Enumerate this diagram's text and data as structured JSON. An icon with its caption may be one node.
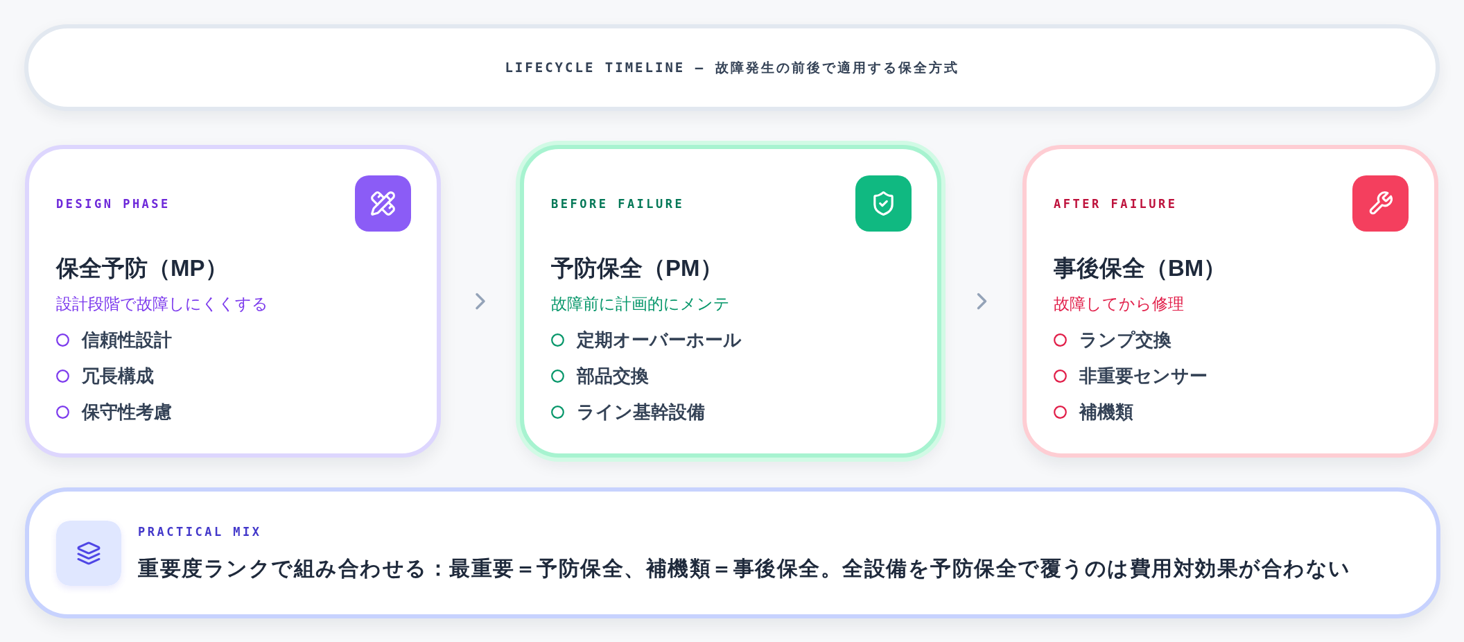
{
  "diagram": {
    "title": "LIFECYCLE TIMELINE — 故障発生の前後で適用する保全方式",
    "nodes": [
      {
        "text": [
          "DESIGN PHASE",
          "保全予防（MP）",
          "設計段階で故障しにくくする",
          "信頼性設計",
          "冗長構成",
          "保守性考慮"
        ]
      },
      {
        "text": [
          "BEFORE FAILURE",
          "予防保全（PM）",
          "故障前に計画的にメンテ",
          "定期オーバーホール",
          "部品交換",
          "ライン基幹設備"
        ]
      },
      {
        "text": [
          "AFTER FAILURE",
          "事後保全（BM）",
          "故障してから修理",
          "ランプ交換",
          "非重要センサー",
          "補機類"
        ]
      },
      {
        "text": [
          "PRACTICAL MIX",
          "重要度ランクで組み合わせる：最重要＝予防保全、補機類＝事後保全。全設備を予防保全で覆うのは費用対効果が合わない"
        ]
      }
    ],
    "edges": [
      {
        "from": 0,
        "to": 1,
        "arrow": "to"
      },
      {
        "from": 1,
        "to": 2,
        "arrow": "to"
      }
    ]
  }
}
